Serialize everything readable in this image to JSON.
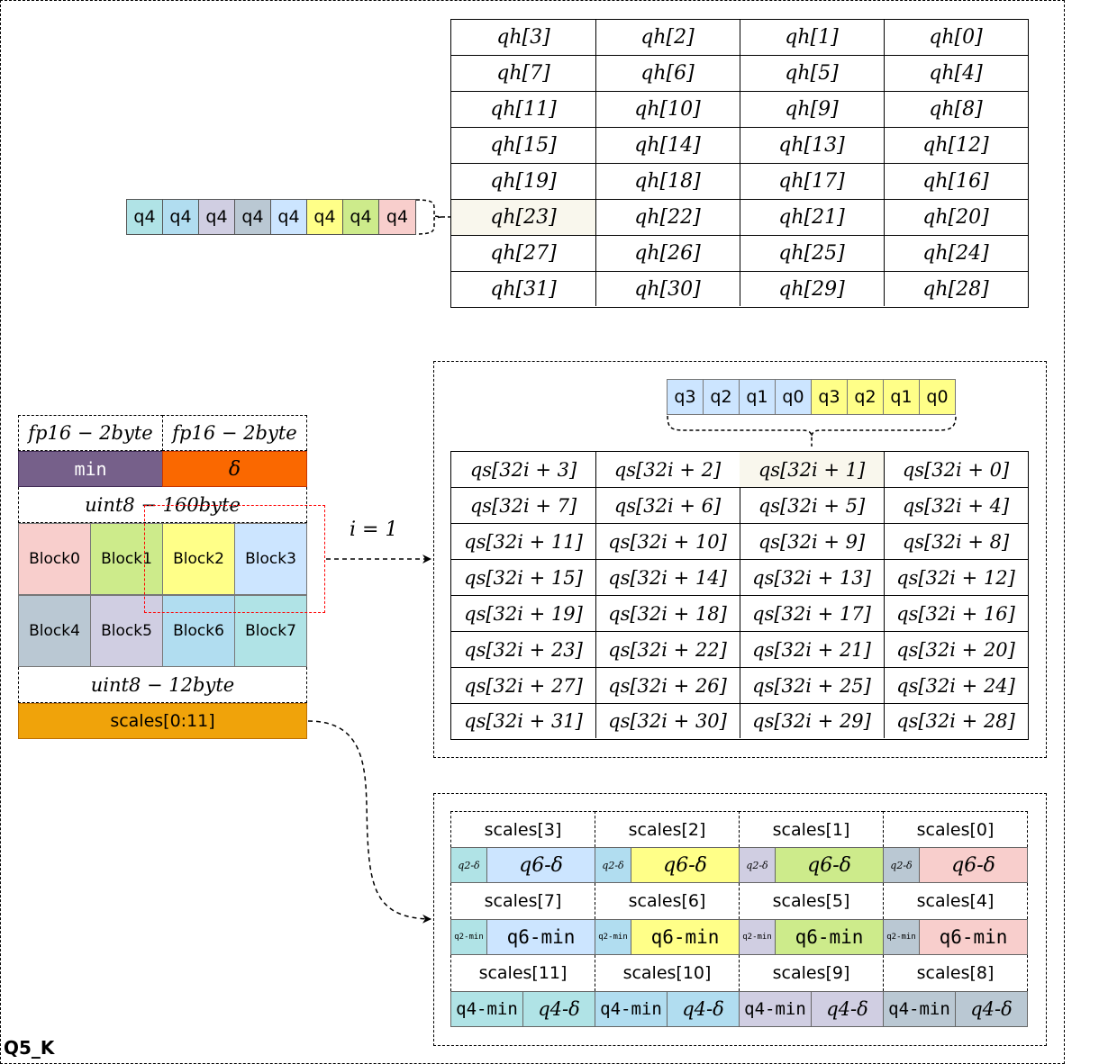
{
  "label_q5k": "Q5_K",
  "colors": {
    "cyan": "#b0e3e6",
    "blue": "#cce5ff",
    "lavender": "#d0cee2",
    "slate": "#bac8d3",
    "yellow": "#ffff88",
    "green": "#cdeb8b",
    "pink": "#f8cecc",
    "purple": "#76608a",
    "orange": "#fa6800",
    "amber": "#f0a30a",
    "beige": "#f9f7ed",
    "red": "#ff0000"
  },
  "q4_row": [
    "q4",
    "q4",
    "q4",
    "q4",
    "q4",
    "q4",
    "q4",
    "q4"
  ],
  "qh_table": [
    [
      "qh[3]",
      "qh[2]",
      "qh[1]",
      "qh[0]"
    ],
    [
      "qh[7]",
      "qh[6]",
      "qh[5]",
      "qh[4]"
    ],
    [
      "qh[11]",
      "qh[10]",
      "qh[9]",
      "qh[8]"
    ],
    [
      "qh[15]",
      "qh[14]",
      "qh[13]",
      "qh[12]"
    ],
    [
      "qh[19]",
      "qh[18]",
      "qh[17]",
      "qh[16]"
    ],
    [
      "qh[23]",
      "qh[22]",
      "qh[21]",
      "qh[20]"
    ],
    [
      "qh[27]",
      "qh[26]",
      "qh[25]",
      "qh[24]"
    ],
    [
      "qh[31]",
      "qh[30]",
      "qh[29]",
      "qh[28]"
    ]
  ],
  "header": {
    "fp16_a": "fp16 − 2byte",
    "fp16_b": "fp16 − 2byte",
    "min": "min",
    "delta": "δ",
    "uint8_160": "uint8 − 160byte",
    "uint8_12": "uint8 − 12byte",
    "scales": "scales[0:11]"
  },
  "blocks": [
    "Block0",
    "Block1",
    "Block2",
    "Block3",
    "Block4",
    "Block5",
    "Block6",
    "Block7"
  ],
  "i_label": "i = 1",
  "bits_row": [
    "q3",
    "q2",
    "q1",
    "q0",
    "q3",
    "q2",
    "q1",
    "q0"
  ],
  "qs_table": [
    [
      "qs[32i + 3]",
      "qs[32i + 2]",
      "qs[32i + 1]",
      "qs[32i + 0]"
    ],
    [
      "qs[32i + 7]",
      "qs[32i + 6]",
      "qs[32i + 5]",
      "qs[32i + 4]"
    ],
    [
      "qs[32i + 11]",
      "qs[32i + 10]",
      "qs[32i + 9]",
      "qs[32i + 8]"
    ],
    [
      "qs[32i + 15]",
      "qs[32i + 14]",
      "qs[32i + 13]",
      "qs[32i + 12]"
    ],
    [
      "qs[32i + 19]",
      "qs[32i + 18]",
      "qs[32i + 17]",
      "qs[32i + 16]"
    ],
    [
      "qs[32i + 23]",
      "qs[32i + 22]",
      "qs[32i + 21]",
      "qs[32i + 20]"
    ],
    [
      "qs[32i + 27]",
      "qs[32i + 26]",
      "qs[32i + 25]",
      "qs[32i + 24]"
    ],
    [
      "qs[32i + 31]",
      "qs[32i + 30]",
      "qs[32i + 29]",
      "qs[32i + 28]"
    ]
  ],
  "scales_rows": [
    {
      "labels": [
        "scales[3]",
        "scales[2]",
        "scales[1]",
        "scales[0]"
      ],
      "small": [
        "q2-δ",
        "q2-δ",
        "q2-δ",
        "q2-δ"
      ],
      "big": [
        "q6-δ",
        "q6-δ",
        "q6-δ",
        "q6-δ"
      ]
    },
    {
      "labels": [
        "scales[7]",
        "scales[6]",
        "scales[5]",
        "scales[4]"
      ],
      "small": [
        "q2-min",
        "q2-min",
        "q2-min",
        "q2-min"
      ],
      "big": [
        "q6-min",
        "q6-min",
        "q6-min",
        "q6-min"
      ]
    },
    {
      "labels": [
        "scales[11]",
        "scales[10]",
        "scales[9]",
        "scales[8]"
      ],
      "left": [
        "q4-min",
        "q4-min",
        "q4-min",
        "q4-min"
      ],
      "right": [
        "q4-δ",
        "q4-δ",
        "q4-δ",
        "q4-δ"
      ]
    }
  ]
}
